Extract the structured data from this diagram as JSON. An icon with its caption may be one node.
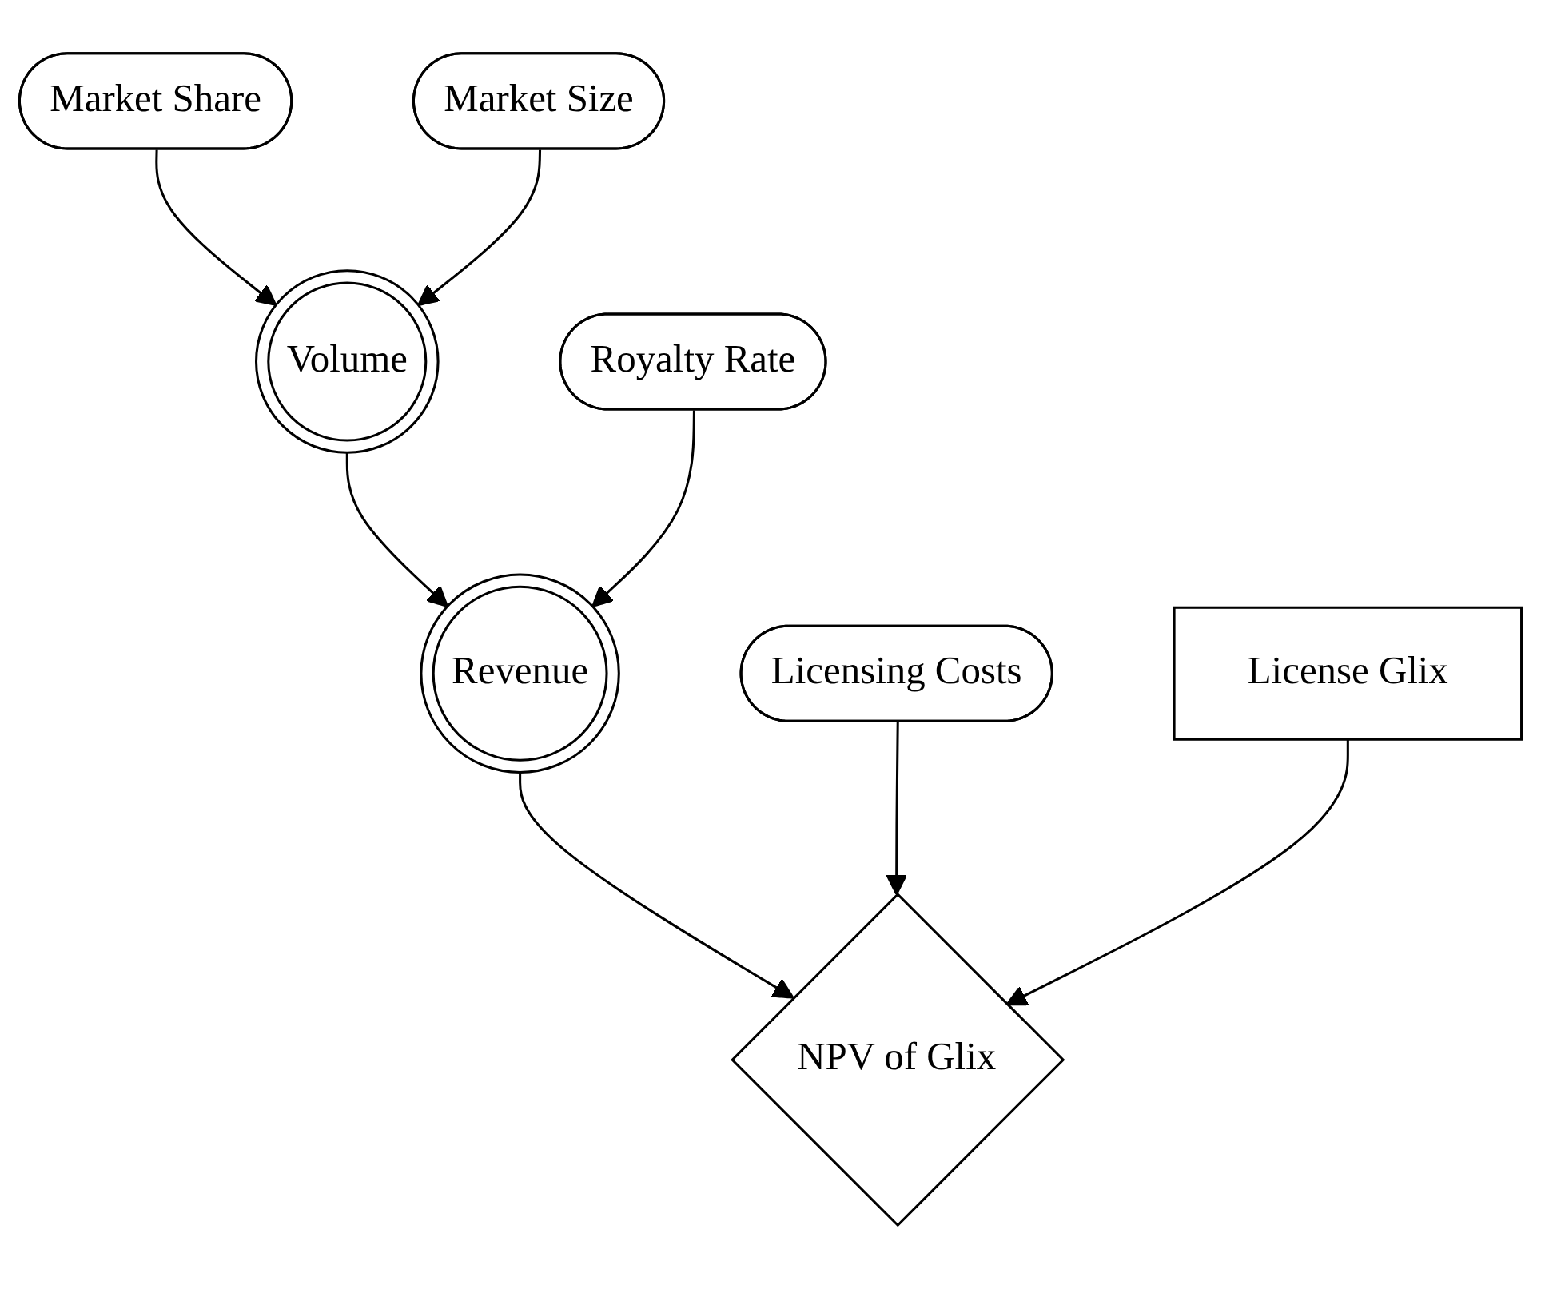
{
  "diagram": {
    "nodes": [
      {
        "text": [
          "Market Size"
        ]
      },
      {
        "text": [
          "Market Share"
        ]
      },
      {
        "text": [
          "Volume"
        ]
      },
      {
        "text": [
          "Revenue"
        ]
      },
      {
        "text": [
          "NPV of Glix"
        ]
      },
      {
        "text": [
          "Royalty Rate"
        ]
      },
      {
        "text": [
          "Licensing Costs"
        ]
      },
      {
        "text": [
          "License Glix"
        ]
      }
    ],
    "edges": [
      {
        "from": 1,
        "to": 2,
        "arrow": "to"
      },
      {
        "from": 0,
        "to": 2,
        "arrow": "to"
      },
      {
        "from": 2,
        "to": 3,
        "arrow": "to"
      },
      {
        "from": 3,
        "to": 4,
        "arrow": "to"
      },
      {
        "from": 5,
        "to": 3,
        "arrow": "to"
      },
      {
        "from": 6,
        "to": 4,
        "arrow": "to"
      },
      {
        "from": 7,
        "to": 4,
        "arrow": "to"
      }
    ]
  }
}
